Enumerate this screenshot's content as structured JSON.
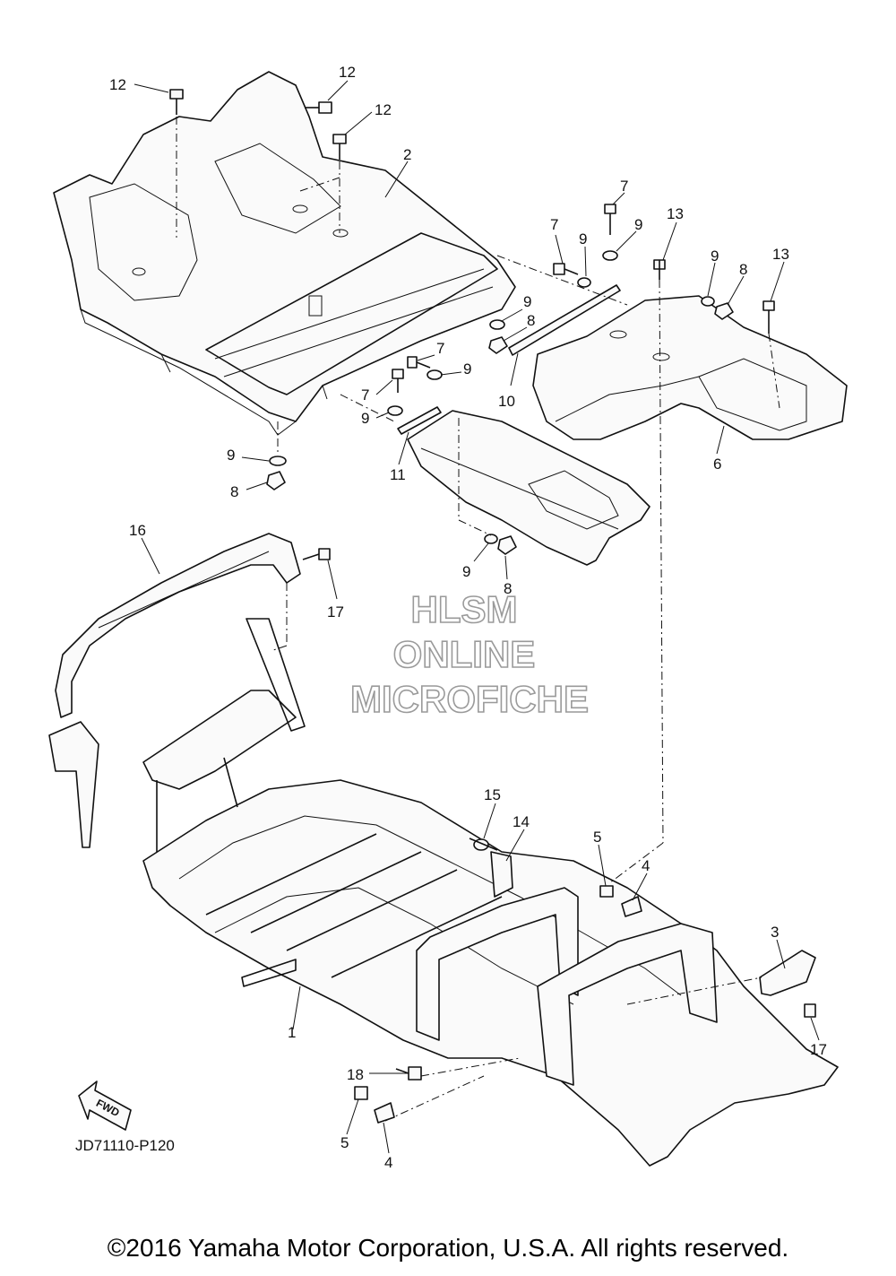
{
  "callouts": [
    {
      "id": "c12a",
      "text": "12"
    },
    {
      "id": "c12b",
      "text": "12"
    },
    {
      "id": "c12c",
      "text": "12"
    },
    {
      "id": "c2",
      "text": "2"
    },
    {
      "id": "c7a",
      "text": "7"
    },
    {
      "id": "c7b",
      "text": "7"
    },
    {
      "id": "c9a",
      "text": "9"
    },
    {
      "id": "c9b",
      "text": "9"
    },
    {
      "id": "c13a",
      "text": "13"
    },
    {
      "id": "c9c",
      "text": "9"
    },
    {
      "id": "c8a",
      "text": "8"
    },
    {
      "id": "c13b",
      "text": "13"
    },
    {
      "id": "c9d",
      "text": "9"
    },
    {
      "id": "c8b",
      "text": "8"
    },
    {
      "id": "c7c",
      "text": "7"
    },
    {
      "id": "c9e",
      "text": "9"
    },
    {
      "id": "c7d",
      "text": "7"
    },
    {
      "id": "c9f",
      "text": "9"
    },
    {
      "id": "c10",
      "text": "10"
    },
    {
      "id": "c9g",
      "text": "9"
    },
    {
      "id": "c8c",
      "text": "8"
    },
    {
      "id": "c11",
      "text": "11"
    },
    {
      "id": "c6",
      "text": "6"
    },
    {
      "id": "c16",
      "text": "16"
    },
    {
      "id": "c17a",
      "text": "17"
    },
    {
      "id": "c9h",
      "text": "9"
    },
    {
      "id": "c8d",
      "text": "8"
    },
    {
      "id": "c15",
      "text": "15"
    },
    {
      "id": "c14",
      "text": "14"
    },
    {
      "id": "c5a",
      "text": "5"
    },
    {
      "id": "c4a",
      "text": "4"
    },
    {
      "id": "c3",
      "text": "3"
    },
    {
      "id": "c1",
      "text": "1"
    },
    {
      "id": "c17b",
      "text": "17"
    },
    {
      "id": "c18",
      "text": "18"
    },
    {
      "id": "c5b",
      "text": "5"
    },
    {
      "id": "c4b",
      "text": "4"
    }
  ],
  "watermark": {
    "line1": "HLSM",
    "line2": "ONLINE",
    "line3": "MICROFICHE"
  },
  "fwd_label": "FWD",
  "diagram_code": "JD71110-P120",
  "copyright": "©2016 Yamaha Motor Corporation, U.S.A. All rights reserved."
}
